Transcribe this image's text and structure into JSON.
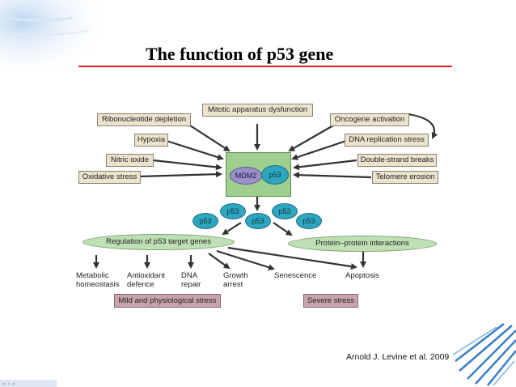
{
  "slide": {
    "title": "The function of p53 gene",
    "citation": "Arnold J. Levine et al. 2009"
  },
  "diagram": {
    "stress_signals": [
      "Ribonucleotide depletion",
      "Mitotic apparatus dysfunction",
      "Oncogene activation",
      "Hypoxia",
      "DNA replication stress",
      "Nitric oxide",
      "Double-strand breaks",
      "Oxidative stress",
      "Telomere erosion"
    ],
    "hub": {
      "mdm2": "MDM2",
      "p53": "p53"
    },
    "p53_label": "p53",
    "pathways": {
      "left": "Regulation of p53 target genes",
      "right": "Protein–protein interactions"
    },
    "outcomes": [
      "Metabolic\nhomeostasis",
      "Antioxidant\ndefence",
      "DNA\nrepair",
      "Growth\narrest",
      "Senescence",
      "Apoptosis"
    ],
    "stress_levels": {
      "mild": "Mild and physiological stress",
      "severe": "Severe stress"
    },
    "colors": {
      "title_rule": "#e02020",
      "signal_box": "#ece3cf",
      "hub": "#9fcf8e",
      "mdm2": "#9b8fc9",
      "p53": "#2fa6c0",
      "pathway_oval": "#bfe0b4",
      "stress_box": "#c9a3ab",
      "arrow": "#333333"
    }
  }
}
